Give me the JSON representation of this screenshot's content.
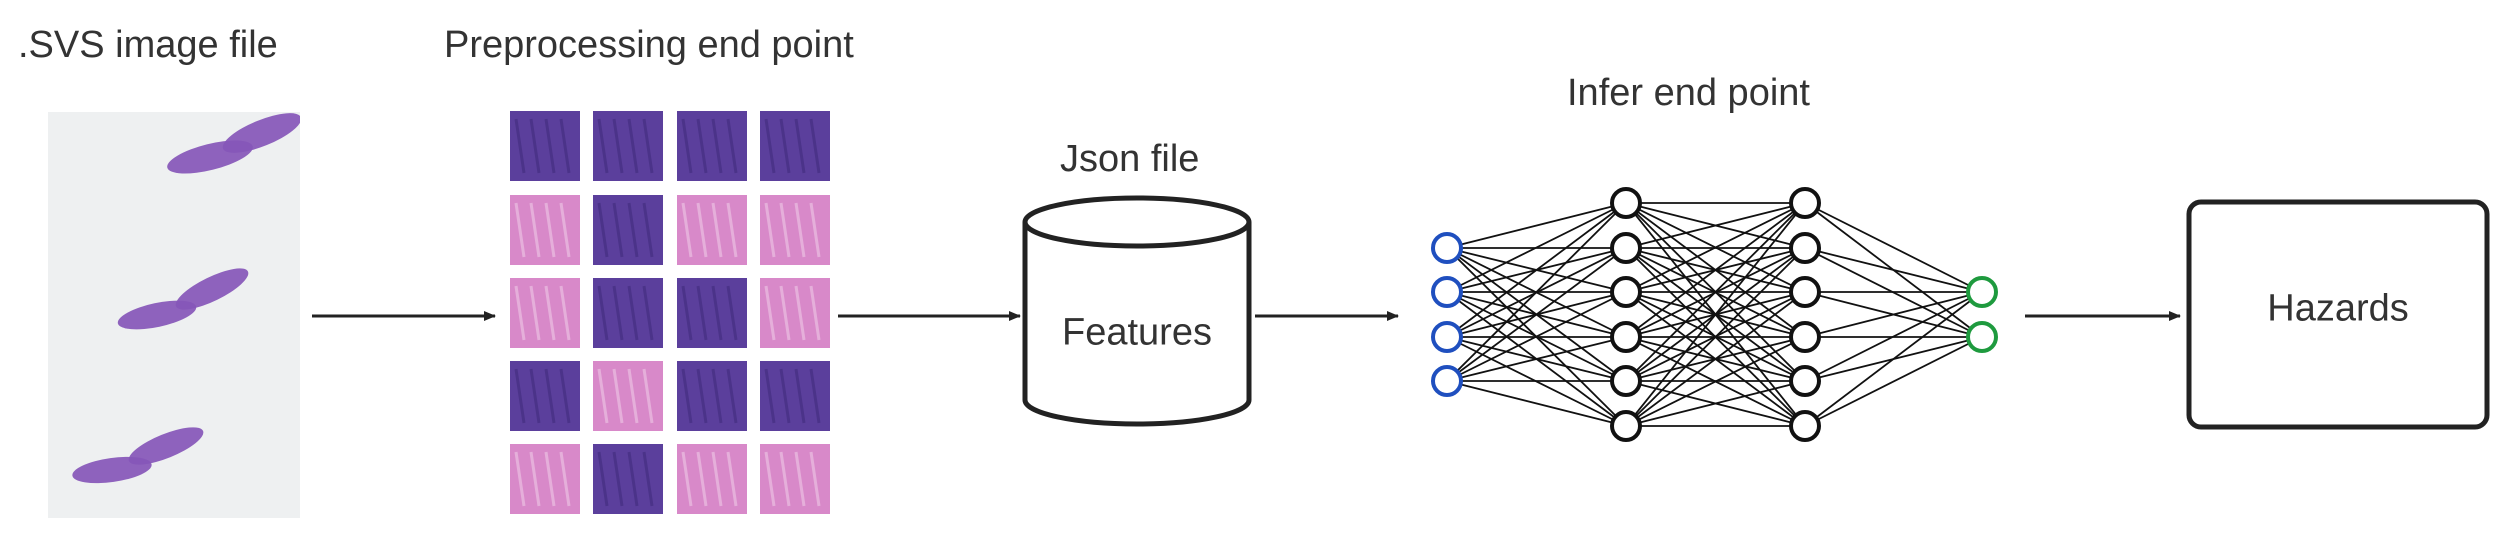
{
  "diagram": {
    "labels": {
      "svs_image": ".SVS image file",
      "preprocessing": "Preprocessing end point",
      "json_file": "Json file",
      "infer": "Infer end point"
    },
    "boxes": {
      "features": "Features",
      "hazards": "Hazards"
    },
    "network": {
      "layers": [
        4,
        6,
        6,
        2
      ],
      "input_color": "#1f4fbf",
      "hidden_color": "#111111",
      "output_color": "#1e9a3e"
    },
    "tiles": {
      "rows": 5,
      "cols": 4,
      "tissue_colors": [
        "#5b3f9c",
        "#d889c9"
      ]
    },
    "colors": {
      "slide_background": "#eef0f1",
      "tissue": "#8656b8",
      "line": "#222222"
    }
  }
}
